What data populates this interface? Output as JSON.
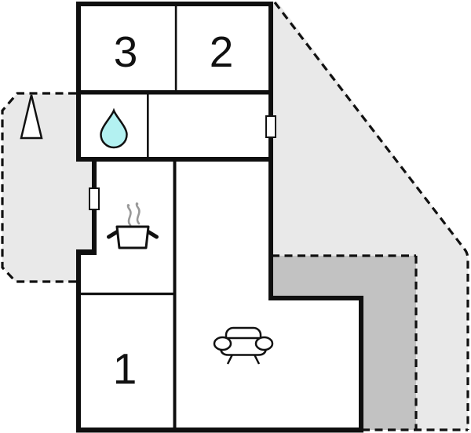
{
  "floor_plan": {
    "rooms": [
      {
        "label": "3"
      },
      {
        "label": "2"
      },
      {
        "label": "1"
      }
    ],
    "colors": {
      "wall": "#0f0f0f",
      "terrace_light": "#e9e9e9",
      "terrace_dark": "#c2c2c2",
      "water_drop_fill": "#b3f1f1",
      "steam": "#999999",
      "background": "#ffffff"
    },
    "icons": [
      {
        "name": "tree-icon"
      },
      {
        "name": "water-drop-icon"
      },
      {
        "name": "cooking-pot-icon"
      },
      {
        "name": "steam-icon"
      },
      {
        "name": "sofa-icon"
      },
      {
        "name": "window-marker-left"
      },
      {
        "name": "window-marker-right"
      }
    ]
  }
}
